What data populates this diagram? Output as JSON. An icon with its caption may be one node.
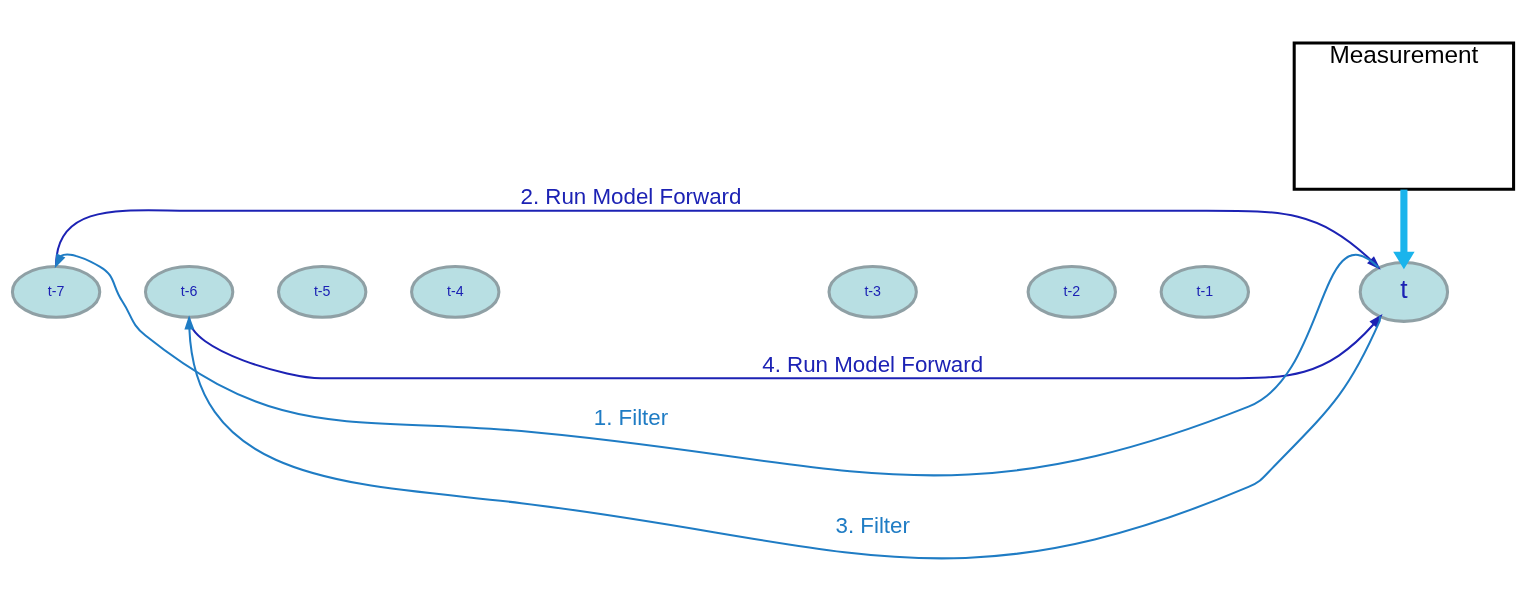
{
  "diagram": {
    "nodes": [
      {
        "text": [
          "t-7"
        ]
      },
      {
        "text": [
          "t-6"
        ]
      },
      {
        "text": [
          "t-5"
        ]
      },
      {
        "text": [
          "t-4"
        ]
      },
      {
        "text": [
          "t-3"
        ]
      },
      {
        "text": [
          "t-2"
        ]
      },
      {
        "text": [
          "t-1"
        ]
      },
      {
        "text": [
          "t"
        ]
      },
      {
        "text": [
          "Measurement"
        ]
      }
    ],
    "edges": [
      {
        "from": 7,
        "to": 0,
        "arrow": "to",
        "label": "1. Filter",
        "color": "#1f7cc4"
      },
      {
        "from": 0,
        "to": 7,
        "arrow": "to",
        "label": "2. Run Model Forward",
        "color": "#1c22b4"
      },
      {
        "from": 7,
        "to": 1,
        "arrow": "to",
        "label": "3. Filter",
        "color": "#1f7cc4"
      },
      {
        "from": 1,
        "to": 7,
        "arrow": "to",
        "label": "4. Run Model Forward",
        "color": "#1c22b4"
      },
      {
        "from": 8,
        "to": 7,
        "arrow": "to",
        "style": "thick",
        "color": "#1ab4ec"
      }
    ]
  }
}
